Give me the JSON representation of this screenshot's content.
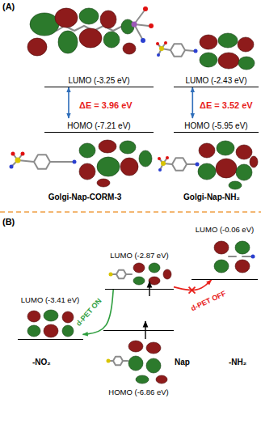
{
  "diagram": {
    "nodes": [
      {
        "text": [
          "LUMO (-3.25 eV)"
        ]
      },
      {
        "text": [
          "HOMO (-7.21 eV)"
        ]
      },
      {
        "text": [
          "LUMO (-2.43 eV)"
        ]
      },
      {
        "text": [
          "HOMO (-5.95 eV)"
        ]
      },
      {
        "text": [
          "LUMO (-0.06 eV)"
        ]
      },
      {
        "text": [
          "LUMO (-2.87 eV)"
        ]
      },
      {
        "text": [
          "LUMO (-3.41 eV)"
        ]
      },
      {
        "text": [
          "HOMO (-6.86 eV)"
        ]
      }
    ],
    "edges": [
      {
        "from": 1,
        "to": 0,
        "arrow": "both",
        "label": "ΔE = 3.96 eV"
      },
      {
        "from": 3,
        "to": 2,
        "arrow": "both",
        "label": "ΔE = 3.52 eV"
      },
      {
        "from": 5,
        "to": 4,
        "arrow": "to",
        "label": "d-PET OFF"
      },
      {
        "from": 5,
        "to": 6,
        "arrow": "to",
        "label": "d-PET ON"
      }
    ],
    "labels": [
      "(A)",
      "Golgi-Nap-CORM-3",
      "Golgi-Nap-NH₂",
      "(B)",
      "-NO₂",
      "Nap",
      "-NH₂"
    ]
  }
}
